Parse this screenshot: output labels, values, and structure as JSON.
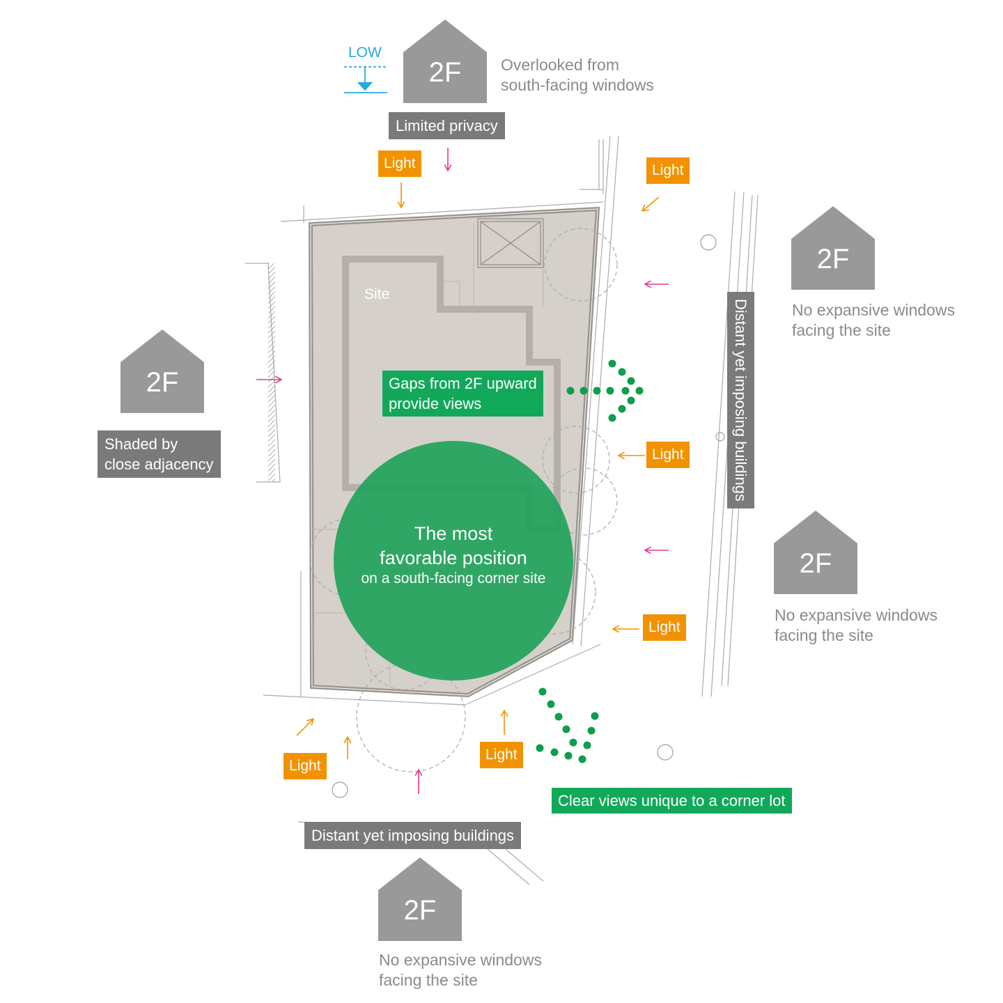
{
  "site_label": "Site",
  "low_label": "LOW",
  "houses": {
    "north": {
      "label": "2F",
      "note": [
        "Overlooked from",
        "south-facing windows"
      ],
      "tag": "Limited privacy"
    },
    "west": {
      "label": "2F",
      "tag": [
        "Shaded by",
        "close adjacency"
      ]
    },
    "east_upper": {
      "label": "2F",
      "note": [
        "No expansive windows",
        "facing the site"
      ]
    },
    "east_lower": {
      "label": "2F",
      "note": [
        "No expansive windows",
        "facing the site"
      ]
    },
    "south": {
      "label": "2F",
      "note": [
        "No expansive windows",
        "facing the site"
      ],
      "tag": "Distant yet imposing buildings"
    }
  },
  "east_vertical_tag": "Distant yet imposing buildings",
  "light_labels": [
    "Light",
    "Light",
    "Light",
    "Light",
    "Light",
    "Light"
  ],
  "green_tags": {
    "gaps": [
      "Gaps from 2F upward",
      "provide views"
    ],
    "corner": "Clear views unique to a corner lot"
  },
  "favorable": {
    "line1": "The most",
    "line2": "favorable position",
    "line3": "on a south-facing corner site"
  },
  "colors": {
    "gray": "#999999",
    "tag_gray": "#7a7a7a",
    "light_orange": "#f29200",
    "view_green": "#12a85a",
    "circle_green": "#21a25a",
    "privacy_magenta": "#e4388a",
    "low_blue": "#29a8e0",
    "site_fill": "#d6d0ca"
  }
}
